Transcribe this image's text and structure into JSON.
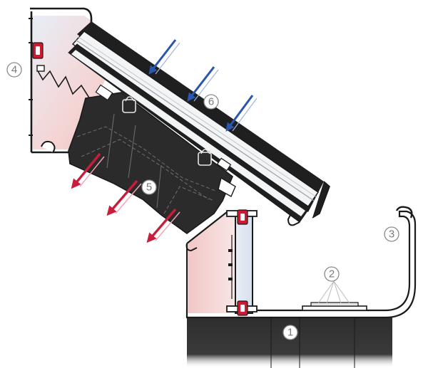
{
  "callouts": [
    {
      "id": "1",
      "label": "1"
    },
    {
      "id": "2",
      "label": "2"
    },
    {
      "id": "3",
      "label": "3"
    },
    {
      "id": "4",
      "label": "4"
    },
    {
      "id": "5",
      "label": "5"
    },
    {
      "id": "6",
      "label": "6"
    }
  ],
  "colors": {
    "frame_dark": "#1f1f1f",
    "glass_light": "#f2f4f6",
    "warm_tint": "#f2c9c9",
    "cool_tint": "#dfe6f3",
    "heat_arrow": "#c81e3c",
    "light_arrow": "#2a56b0",
    "seal_red": "#d2182f"
  }
}
